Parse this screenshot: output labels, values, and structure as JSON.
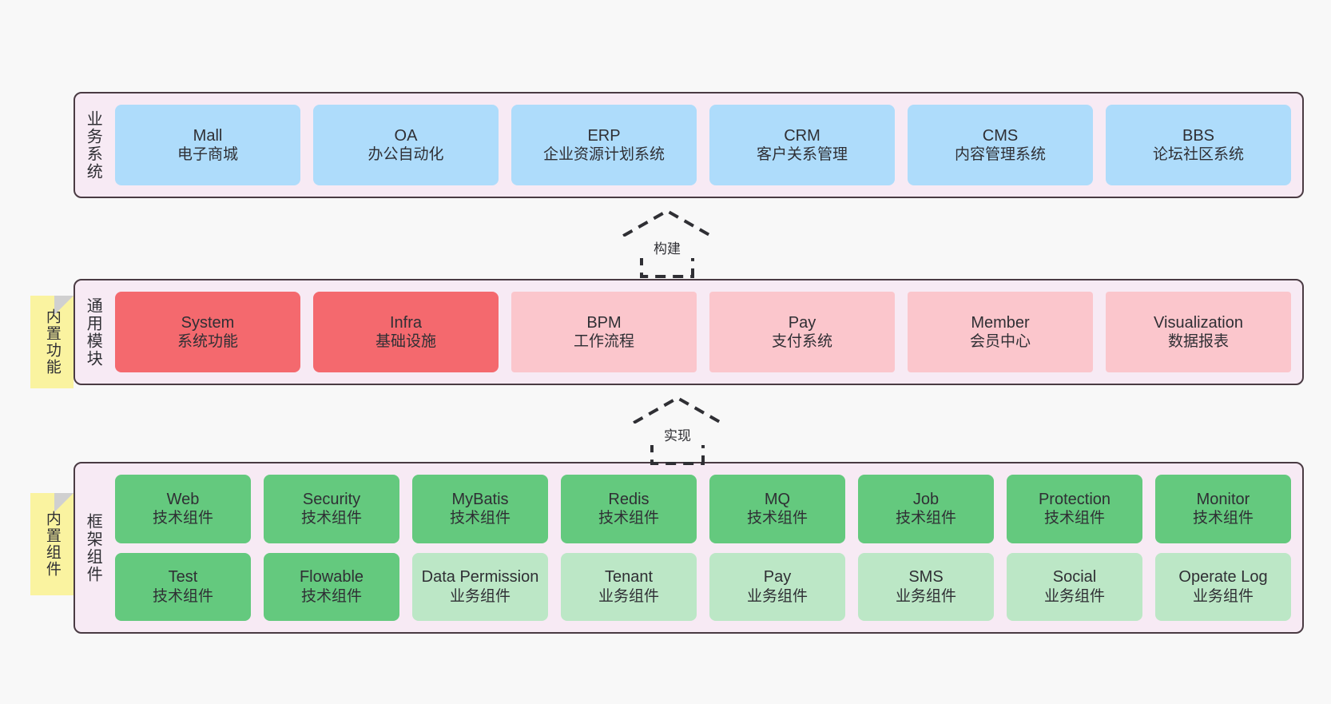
{
  "bands": [
    {
      "id": "business-systems",
      "label": "业务系统",
      "cards": [
        {
          "en": "Mall",
          "cn": "电子商城"
        },
        {
          "en": "OA",
          "cn": "办公自动化"
        },
        {
          "en": "ERP",
          "cn": "企业资源计划系统"
        },
        {
          "en": "CRM",
          "cn": "客户关系管理"
        },
        {
          "en": "CMS",
          "cn": "内容管理系统"
        },
        {
          "en": "BBS",
          "cn": "论坛社区系统"
        }
      ]
    },
    {
      "id": "common-modules",
      "label": "通用模块",
      "note": "内置功能",
      "cards": [
        {
          "en": "System",
          "cn": "系统功能",
          "style": "c-red"
        },
        {
          "en": "Infra",
          "cn": "基础设施",
          "style": "c-red"
        },
        {
          "en": "BPM",
          "cn": "工作流程",
          "style": "c-pink"
        },
        {
          "en": "Pay",
          "cn": "支付系统",
          "style": "c-pink"
        },
        {
          "en": "Member",
          "cn": "会员中心",
          "style": "c-pink"
        },
        {
          "en": "Visualization",
          "cn": "数据报表",
          "style": "c-pink"
        }
      ]
    },
    {
      "id": "framework-components",
      "label": "框架组件",
      "note": "内置组件",
      "row1": [
        {
          "en": "Web",
          "cn": "技术组件"
        },
        {
          "en": "Security",
          "cn": "技术组件"
        },
        {
          "en": "MyBatis",
          "cn": "技术组件"
        },
        {
          "en": "Redis",
          "cn": "技术组件"
        },
        {
          "en": "MQ",
          "cn": "技术组件"
        },
        {
          "en": "Job",
          "cn": "技术组件"
        },
        {
          "en": "Protection",
          "cn": "技术组件"
        },
        {
          "en": "Monitor",
          "cn": "技术组件"
        }
      ],
      "row2": [
        {
          "en": "Test",
          "cn": "技术组件",
          "style": "c-green"
        },
        {
          "en": "Flowable",
          "cn": "技术组件",
          "style": "c-green"
        },
        {
          "en": "Data Permission",
          "cn": "业务组件",
          "style": "c-greenlight"
        },
        {
          "en": "Tenant",
          "cn": "业务组件",
          "style": "c-greenlight"
        },
        {
          "en": "Pay",
          "cn": "业务组件",
          "style": "c-greenlight"
        },
        {
          "en": "SMS",
          "cn": "业务组件",
          "style": "c-greenlight"
        },
        {
          "en": "Social",
          "cn": "业务组件",
          "style": "c-greenlight"
        },
        {
          "en": "Operate Log",
          "cn": "业务组件",
          "style": "c-greenlight"
        }
      ]
    }
  ],
  "arrows": [
    {
      "id": "build",
      "label": "构建"
    },
    {
      "id": "implement",
      "label": "实现"
    }
  ],
  "colors": {
    "band_bg": "#F7EAF4",
    "band_border": "#4A3B43",
    "blue": "#AEDCFB",
    "red": "#F4696E",
    "pink": "#FBC6CC",
    "green": "#64C97E",
    "green_light": "#BCE7C6",
    "note_yellow": "#FAF3A0",
    "canvas": "#F8F8F8"
  }
}
